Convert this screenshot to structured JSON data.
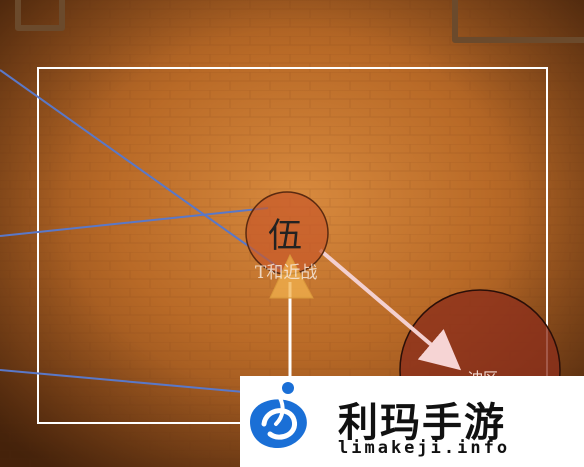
{
  "units": {
    "player": {
      "glyph": "伍",
      "label": "T和近战",
      "color": "#c8582a"
    },
    "enemy": {
      "label": "冲区",
      "color": "#8c2f1c"
    }
  },
  "watermark": {
    "brand": "利玛手游",
    "url": "limakeji.info",
    "logo_icon": "blue-swirl-logo",
    "accent": "#1a6fd6"
  }
}
